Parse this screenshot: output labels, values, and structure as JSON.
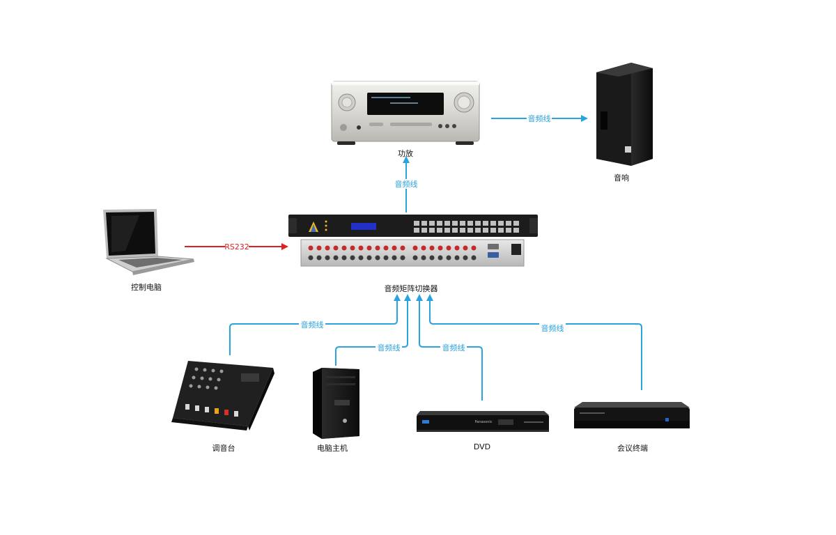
{
  "devices": {
    "amplifier": "功放",
    "speaker": "音响",
    "laptop": "控制电脑",
    "matrix": "音频矩阵切换器",
    "mixer": "调音台",
    "pc": "电脑主机",
    "dvd": "DVD",
    "conference": "会议终端"
  },
  "wires": {
    "amp_to_speaker": "音频线",
    "matrix_to_amp": "音频线",
    "laptop_to_matrix": "RS232",
    "mixer_to_matrix": "音频线",
    "pc_to_matrix": "音频线",
    "dvd_to_matrix": "音频线",
    "conference_to_matrix": "音频线"
  },
  "colors": {
    "audio_line": "#29a3e0",
    "control_line": "#e02020"
  },
  "device_text": {
    "panasonic": "Panasonic"
  }
}
